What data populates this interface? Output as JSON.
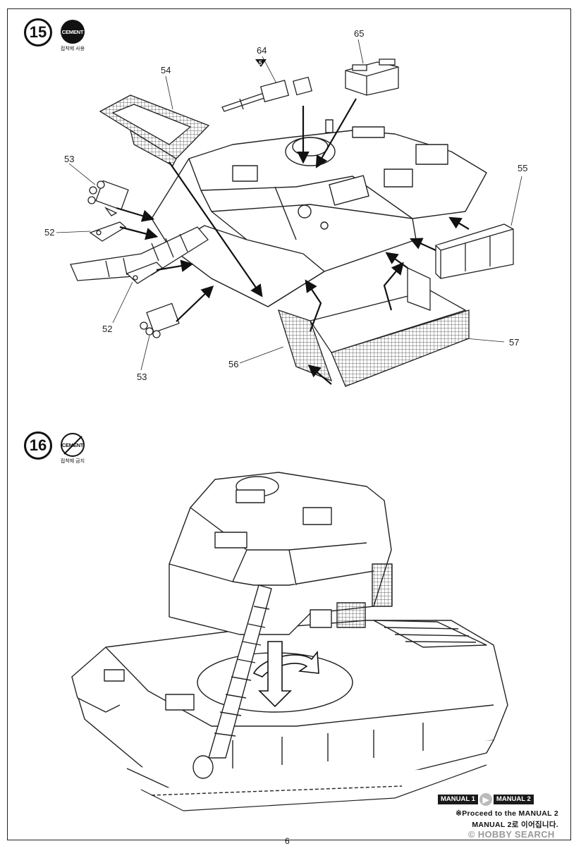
{
  "page": {
    "page_number": "6"
  },
  "step15": {
    "step_number": "15",
    "cement_icon_label": "CEMENT",
    "cement_caption": "접착제 사용",
    "part_labels": {
      "p54": "54",
      "p64": "64",
      "p64_marker": "5",
      "p65": "65",
      "p53_top": "53",
      "p52_top": "52",
      "p55": "55",
      "p52_bottom": "52",
      "p57": "57",
      "p56": "56",
      "p53_bottom": "53"
    }
  },
  "step16": {
    "step_number": "16",
    "cement_icon_label": "CEMENT",
    "cement_caption": "접착제 금지"
  },
  "footer": {
    "manual1": "MANUAL 1",
    "manual2": "MANUAL 2",
    "proceed_en": "※Proceed to the MANUAL 2",
    "proceed_kr": "MANUAL 2로 이어집니다.",
    "watermark": "© HOBBY SEARCH"
  }
}
